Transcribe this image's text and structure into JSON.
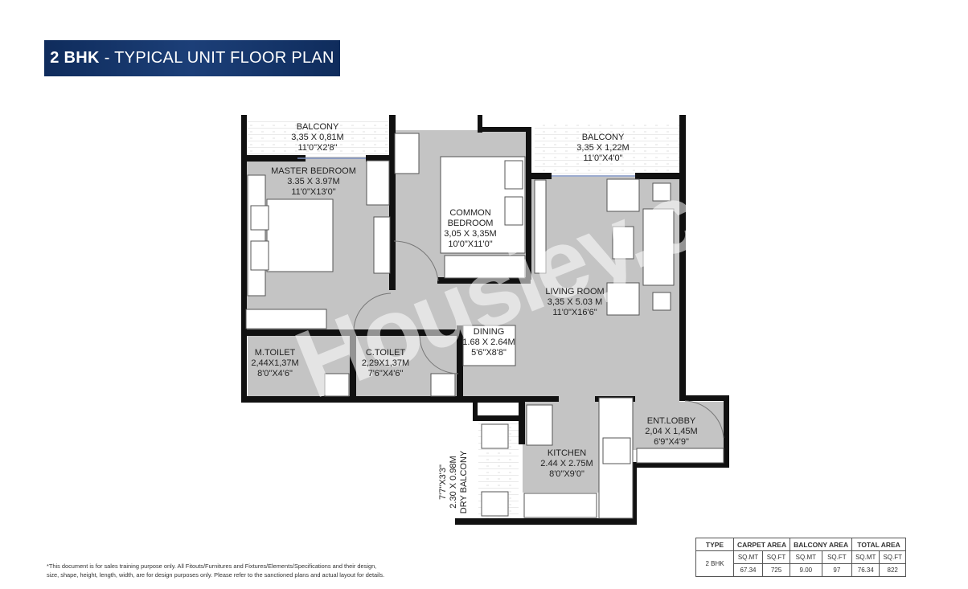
{
  "header": {
    "title_bold": "2 BHK",
    "title_rest": "- TYPICAL UNIT FLOOR PLAN",
    "bg_color": "#1a3a70"
  },
  "rooms": {
    "balcony_left": {
      "name": "BALCONY",
      "metric": "3,35 X 0,81M",
      "imperial": "11'0\"X2'8\""
    },
    "master_bedroom": {
      "name": "MASTER BEDROOM",
      "metric": "3.35 X 3.97M",
      "imperial": "11'0\"X13'0\""
    },
    "common_bedroom": {
      "name1": "COMMON",
      "name2": "BEDROOM",
      "metric": "3,05 X 3,35M",
      "imperial": "10'0\"X11'0\""
    },
    "balcony_right": {
      "name": "BALCONY",
      "metric": "3,35 X 1,22M",
      "imperial": "11'0\"X4'0\""
    },
    "living_room": {
      "name": "LIVING ROOM",
      "metric": "3,35 X 5.03 M",
      "imperial": "11'0\"X16'6\""
    },
    "dining": {
      "name": "DINING",
      "metric": "1.68 X 2.64M",
      "imperial": "5'6\"X8'8\""
    },
    "m_toilet": {
      "name": "M.TOILET",
      "metric": "2,44X1,37M",
      "imperial": "8'0\"X4'6\""
    },
    "c_toilet": {
      "name": "C.TOILET",
      "metric": "2,29X1,37M",
      "imperial": "7'6\"X4'6\""
    },
    "kitchen": {
      "name": "KITCHEN",
      "metric": "2.44 X 2.75M",
      "imperial": "8'0\"X9'0\""
    },
    "ent_lobby": {
      "name": "ENT.LOBBY",
      "metric": "2,04 X 1,45M",
      "imperial": "6'9\"X4'9\""
    },
    "dry_balcony": {
      "name": "DRY BALCONY",
      "metric": "2.30 X 0.98M",
      "imperial": "7'7\"X3'3\""
    }
  },
  "watermark": "Housiey.com",
  "area_table": {
    "headers": [
      "TYPE",
      "CARPET AREA",
      "BALCONY AREA",
      "TOTAL AREA"
    ],
    "units": [
      "SQ.MT",
      "SQ.FT",
      "SQ.MT",
      "SQ.FT",
      "SQ.MT",
      "SQ.FT"
    ],
    "type": "2 BHK",
    "values": [
      "67.34",
      "725",
      "9.00",
      "97",
      "76.34",
      "822"
    ]
  },
  "disclaimer": {
    "line1": "*This document is for sales training purpose only. All Fitouts/Furnitures and Fixtures/Elements/Specifications and their design,",
    "line2": "size, shape, height, length, width, are for design purposes only. Please refer to the sanctioned plans and actual layout for details."
  }
}
